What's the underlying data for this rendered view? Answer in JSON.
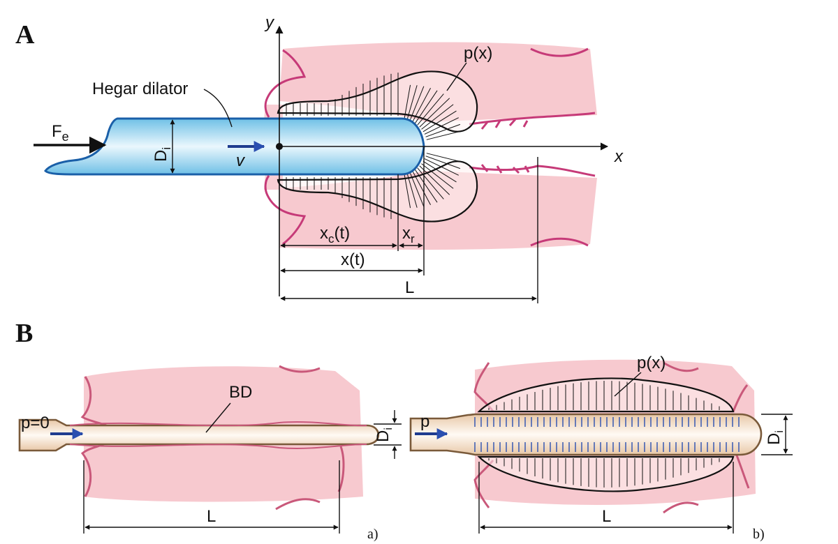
{
  "panels": {
    "a_letter": "A",
    "b_letter": "B"
  },
  "panel_a": {
    "axis_y": "y",
    "axis_x": "x",
    "pressure_label": "p(x)",
    "dilator_label": "Hegar dilator",
    "force_label": "F",
    "force_sub": "e",
    "diameter_label": "D",
    "diameter_sub": "i",
    "velocity_label": "v",
    "xc_label": "x",
    "xc_sub": "c",
    "xc_arg": "(t)",
    "xr_label": "x",
    "xr_sub": "r",
    "xt_label": "x(t)",
    "length_label": "L"
  },
  "panel_b": {
    "left": {
      "pressure_label": "p=0",
      "device_label": "BD",
      "diameter_label": "D",
      "diameter_sub": "i",
      "length_label": "L",
      "sub_label": "a)"
    },
    "right": {
      "pressure_label": "p",
      "field_label": "p(x)",
      "diameter_label": "D",
      "diameter_sub": "i",
      "length_label": "L",
      "sub_label": "b)"
    }
  },
  "colors": {
    "tissue_fill": "#f7c9cf",
    "tissue_edge": "#c63a78",
    "dilator_fill": "#a9d9ef",
    "dilator_edge": "#1a5fa8",
    "balloon_fill": "#fbeee4",
    "balloon_edge": "#7a5a3a",
    "arrow_blue": "#1f3c8f"
  }
}
